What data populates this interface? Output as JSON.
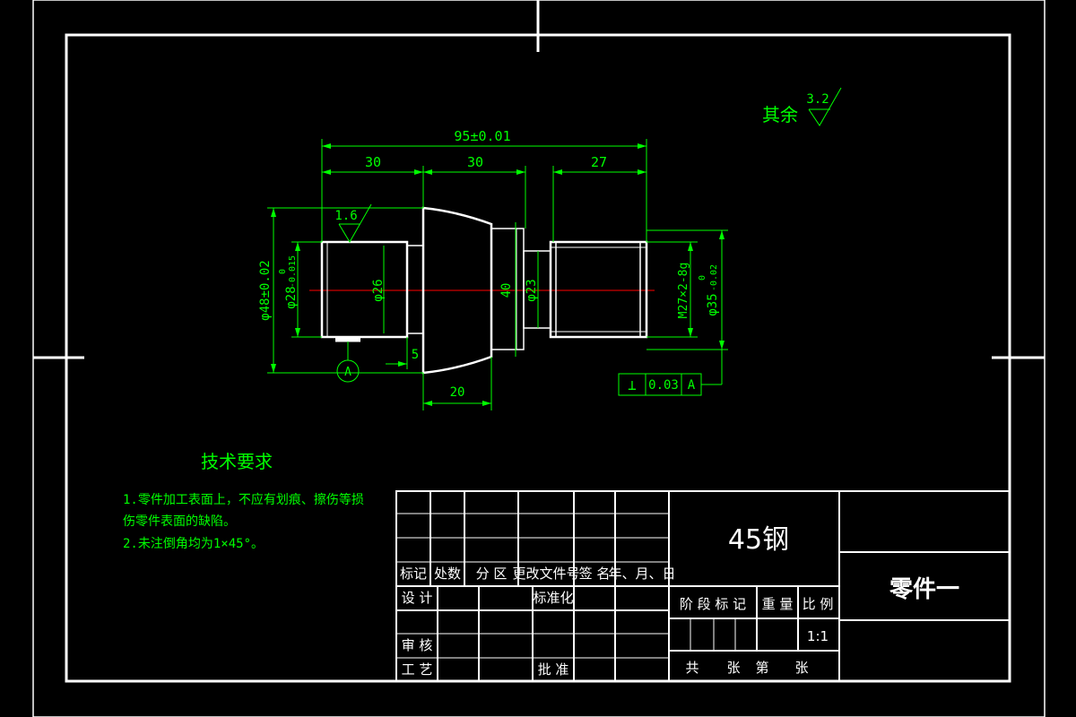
{
  "colors": {
    "frame": "#ffffff",
    "dimension": "#00ff00",
    "centerline": "#ff0000",
    "background": "#000000"
  },
  "roughness_note": {
    "label": "其余",
    "value": "3.2"
  },
  "part_dims": {
    "overall": "95±0.01",
    "seg1": "30",
    "seg2": "30",
    "seg3": "27",
    "rough_local": "1.6",
    "dia_outer": "φ48±0.02",
    "dia_28_main": "φ28",
    "dia_28_upper": "0",
    "dia_28_lower": "-0.015",
    "dia_26": "φ26",
    "dia_40": "40",
    "dia_23": "φ23",
    "thread": "M27×2-8g",
    "dia_35_main": "φ35",
    "dia_35_upper": "0",
    "dia_35_lower": "-0.02",
    "dim_5": "5",
    "dim_20": "20",
    "datum": "A"
  },
  "tolerance_frame": {
    "symbol": "⊥",
    "value": "0.03",
    "datum": "A"
  },
  "tech_requirements": {
    "title": "技术要求",
    "line1": "1.零件加工表面上，不应有划痕、擦伤等损",
    "line2": "伤零件表面的缺陷。",
    "line3": "2.未注倒角均为1×45°。"
  },
  "title_block": {
    "material": "45钢",
    "part_name": "零件一",
    "rev_headers": [
      "标记",
      "处数",
      "分 区",
      "更改文件号",
      "签 名",
      "年、月、日"
    ],
    "design": "设 计",
    "standardize": "标准化",
    "review": "审 核",
    "process": "工 艺",
    "approve": "批 准",
    "stage_mark": "阶 段 标 记",
    "weight": "重 量",
    "scale_label": "比 例",
    "scale_value": "1:1",
    "sheets_total": "共",
    "sheets_unit1": "张",
    "sheets_no": "第",
    "sheets_unit2": "张"
  }
}
